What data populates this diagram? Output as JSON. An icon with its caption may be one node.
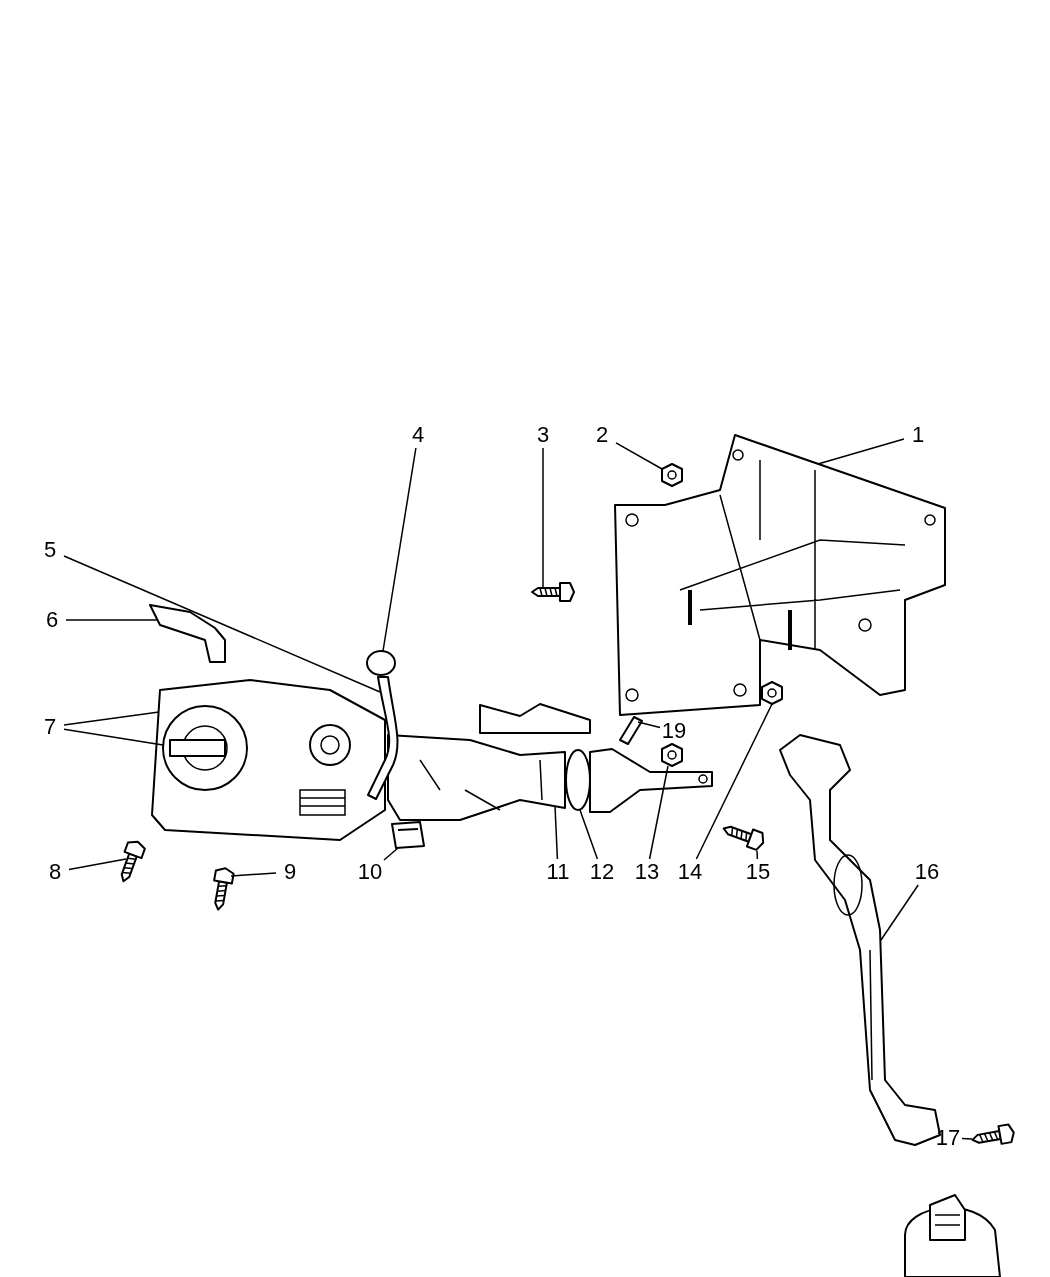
{
  "diagram": {
    "nodes": [
      {
        "text": [
          "1"
        ]
      },
      {
        "text": [
          "2"
        ]
      },
      {
        "text": [
          "3"
        ]
      },
      {
        "text": [
          "4"
        ]
      },
      {
        "text": [
          "5"
        ]
      },
      {
        "text": [
          "6"
        ]
      },
      {
        "text": [
          "7"
        ]
      },
      {
        "text": [
          "8"
        ]
      },
      {
        "text": [
          "9"
        ]
      },
      {
        "text": [
          "10"
        ]
      },
      {
        "text": [
          "11"
        ]
      },
      {
        "text": [
          "12"
        ]
      },
      {
        "text": [
          "13"
        ]
      },
      {
        "text": [
          "14"
        ]
      },
      {
        "text": [
          "15"
        ]
      },
      {
        "text": [
          "16"
        ]
      },
      {
        "text": [
          "17"
        ]
      },
      {
        "text": [
          "19"
        ]
      },
      {
        "text": [],
        "shape": "picture"
      },
      {
        "text": [],
        "shape": "picture"
      },
      {
        "text": [],
        "shape": "picture"
      },
      {
        "text": [],
        "shape": "circle"
      },
      {
        "text": [],
        "shape": "picture"
      },
      {
        "text": [],
        "shape": "picture"
      },
      {
        "text": [],
        "shape": "picture"
      },
      {
        "text": [],
        "shape": "circle",
        "in": 24
      },
      {
        "text": [],
        "shape": "picture"
      },
      {
        "text": [],
        "shape": "picture"
      },
      {
        "text": [],
        "shape": "picture"
      },
      {
        "text": [],
        "shape": "picture"
      },
      {
        "text": [],
        "shape": "circle"
      },
      {
        "text": [],
        "shape": "picture"
      },
      {
        "text": [],
        "shape": "picture"
      },
      {
        "text": [],
        "shape": "picture"
      },
      {
        "text": [],
        "shape": "picture"
      },
      {
        "text": [],
        "shape": "picture"
      },
      {
        "text": [],
        "shape": "picture"
      }
    ],
    "edges": [
      {
        "from": 0,
        "to": 18,
        "arrow": "none"
      },
      {
        "from": 1,
        "to": 19,
        "arrow": "none"
      },
      {
        "from": 2,
        "to": 20,
        "arrow": "none"
      },
      {
        "from": 3,
        "to": 21,
        "arrow": "none"
      },
      {
        "from": 4,
        "to": 22,
        "arrow": "none"
      },
      {
        "from": 5,
        "to": 23,
        "arrow": "none"
      },
      {
        "from": 6,
        "to": 24,
        "arrow": "none"
      },
      {
        "from": 6,
        "to": 25,
        "arrow": "none"
      },
      {
        "from": 7,
        "to": 26,
        "arrow": "none"
      },
      {
        "from": 8,
        "to": 27,
        "arrow": "none"
      },
      {
        "from": 9,
        "to": 28,
        "arrow": "none"
      },
      {
        "from": 10,
        "to": 29,
        "arrow": "none"
      },
      {
        "from": 11,
        "to": 30,
        "arrow": "none"
      },
      {
        "from": 12,
        "to": 31,
        "arrow": "none"
      },
      {
        "from": 13,
        "to": 32,
        "arrow": "none"
      },
      {
        "from": 14,
        "to": 33,
        "arrow": "none"
      },
      {
        "from": 15,
        "to": 34,
        "arrow": "none"
      },
      {
        "from": 16,
        "to": 35,
        "arrow": "none"
      },
      {
        "from": 17,
        "to": 36,
        "arrow": "none"
      }
    ]
  }
}
